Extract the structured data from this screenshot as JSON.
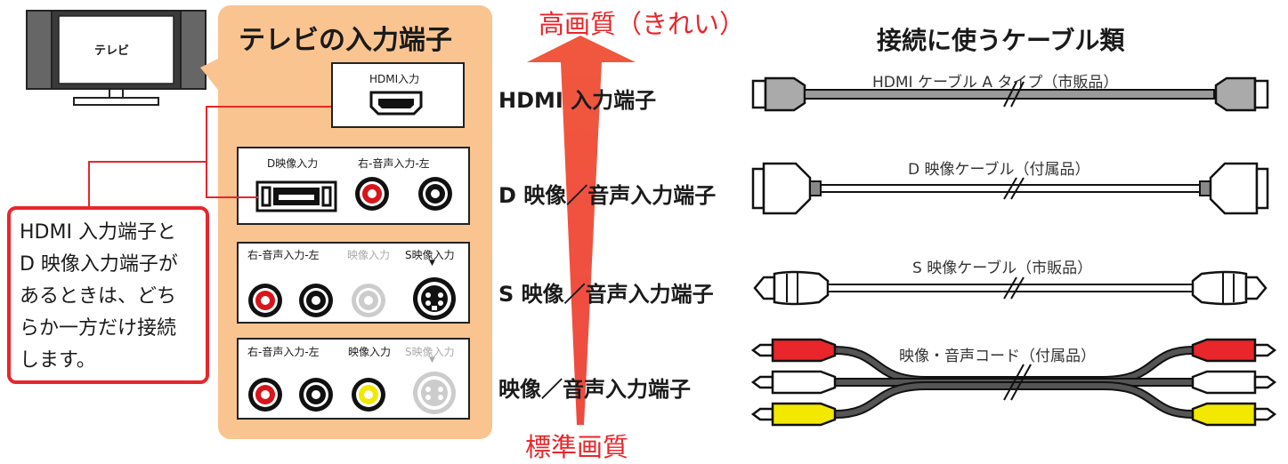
{
  "tv": {
    "label": "テレビ"
  },
  "panel": {
    "title": "テレビの入力端子",
    "hdmi": {
      "label": "HDMI入力"
    },
    "d": {
      "labels": [
        "D映像入力",
        "右-音声入力-左"
      ]
    },
    "s": {
      "labels": [
        "右-音声入力-左",
        "映像入力",
        "S映像入力"
      ]
    },
    "v": {
      "labels": [
        "右-音声入力-左",
        "映像入力",
        "S映像入力"
      ]
    }
  },
  "note": {
    "lines": [
      "HDMI 入力端子と",
      "D 映像入力端子が",
      "あるときは、どち",
      "らか一方だけ接続",
      "します。"
    ]
  },
  "arrow": {
    "top_label": "高画質（きれい）",
    "bottom_label": "標準画質",
    "color": "#f0583e"
  },
  "terminal_types": [
    "HDMI 入力端子",
    "D 映像／音声入力端子",
    "S 映像／音声入力端子",
    "映像／音声入力端子"
  ],
  "cables": {
    "heading": "接続に使うケーブル類",
    "items": [
      "HDMI ケーブル A タイプ（市販品）",
      "D 映像ケーブル（付属品）",
      "S 映像ケーブル（市販品）",
      "映像・音声コード（付属品）"
    ]
  },
  "colors": {
    "panel_bg": "#f9c48f",
    "accent_red": "#e8262b",
    "audio_red": "#d8151b",
    "video_yellow": "#f2e800",
    "hdmi_cable_gray": "#9a9a9a"
  }
}
